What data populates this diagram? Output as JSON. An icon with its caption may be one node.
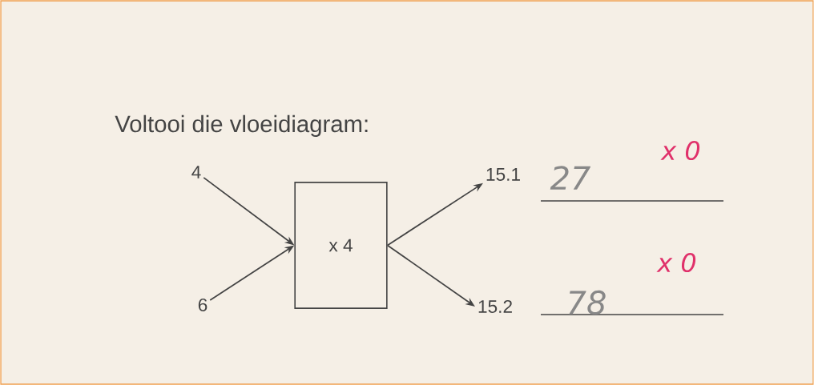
{
  "diagram": {
    "title": "Voltooi die vloeidiagram:",
    "nodes": [
      {
        "text": [
          "4"
        ]
      },
      {
        "text": [
          "6"
        ]
      },
      {
        "text": [
          "x 4"
        ]
      },
      {
        "text": [
          "15.1"
        ]
      },
      {
        "text": [
          "15.2"
        ]
      }
    ],
    "edges": [
      {
        "from": 0,
        "to": 2,
        "arrow": "to"
      },
      {
        "from": 1,
        "to": 2,
        "arrow": "to"
      },
      {
        "from": 2,
        "to": 3,
        "arrow": "to"
      },
      {
        "from": 2,
        "to": 4,
        "arrow": "to"
      }
    ],
    "labels": [
      "27",
      "x 0",
      "78",
      "x 0"
    ]
  }
}
